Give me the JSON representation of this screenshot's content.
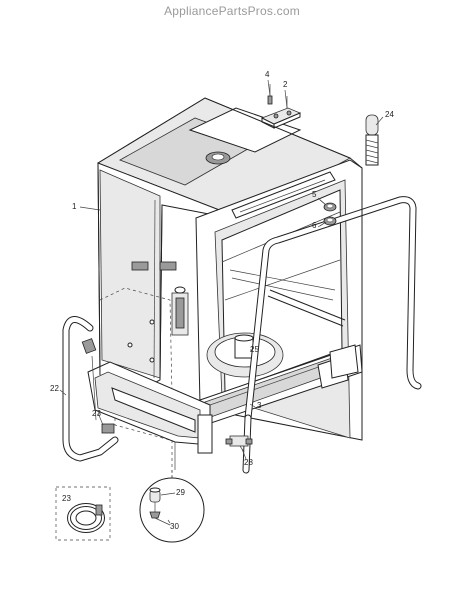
{
  "header": {
    "watermark": "AppliancePartsPros.com"
  },
  "callouts": [
    {
      "id": "4",
      "label": "4"
    },
    {
      "id": "2",
      "label": "2"
    },
    {
      "id": "24",
      "label": "24"
    },
    {
      "id": "1",
      "label": "1"
    },
    {
      "id": "5",
      "label": "5"
    },
    {
      "id": "6",
      "label": "6"
    },
    {
      "id": "25",
      "label": "25"
    },
    {
      "id": "22",
      "label": "22"
    },
    {
      "id": "23a",
      "label": "23"
    },
    {
      "id": "3",
      "label": "3"
    },
    {
      "id": "28",
      "label": "28"
    },
    {
      "id": "23b",
      "label": "23"
    },
    {
      "id": "29",
      "label": "29"
    },
    {
      "id": "30",
      "label": "30"
    }
  ]
}
